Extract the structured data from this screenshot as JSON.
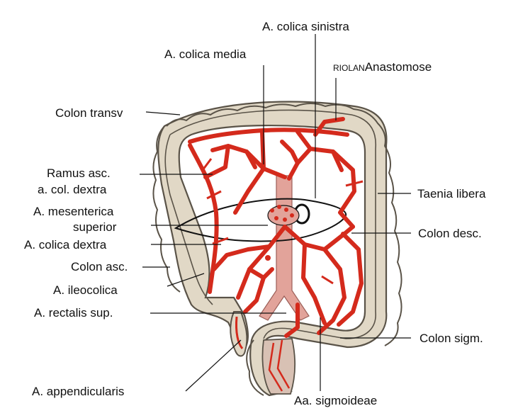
{
  "labels": {
    "colica_sinistra": "A. colica sinistra",
    "colica_media": "A. colica media",
    "riolan_prefix": "Riolan",
    "riolan_suffix": "Anastomose",
    "colon_transv": "Colon transv",
    "ramus_asc_1": "Ramus asc.",
    "ramus_asc_2": "a. col. dextra",
    "taenia_libera": "Taenia libera",
    "mesenterica_1": "A. mesenterica",
    "mesenterica_2": "superior",
    "colon_desc": "Colon desc.",
    "colica_dextra": "A. colica dextra",
    "colon_asc": "Colon asc.",
    "ileocolica": "A. ileocolica",
    "rectalis_sup": "A. rectalis sup.",
    "colon_sigm": "Colon sigm.",
    "appendicularis": "A. appendicularis",
    "sigmoideae": "Aa. sigmoideae"
  },
  "colors": {
    "colon": "#e1d8c6",
    "colon_outline": "#5a5348",
    "artery": "#d42a1c",
    "aorta": "#e2a39a",
    "background": "#ffffff",
    "text": "#111111"
  }
}
